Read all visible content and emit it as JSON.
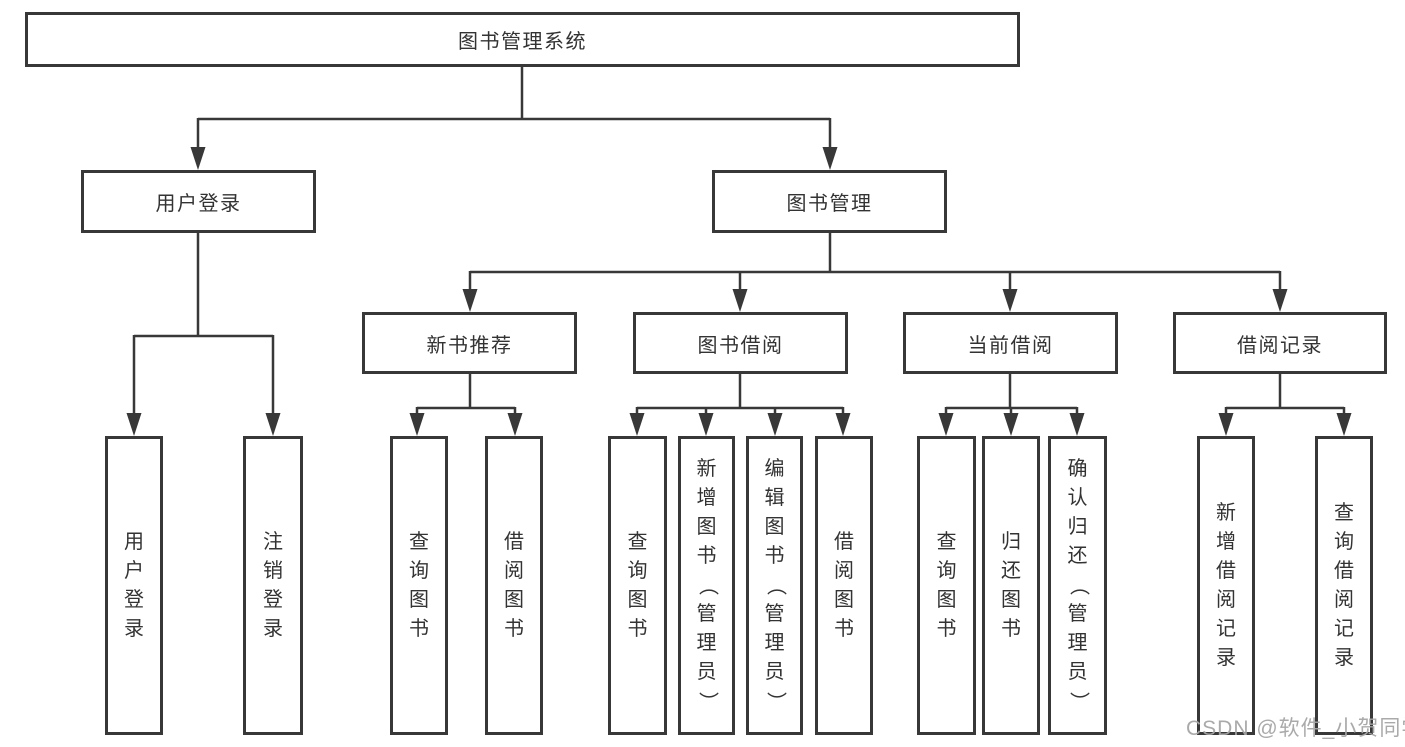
{
  "tree": {
    "label": "图书管理系统",
    "children": [
      {
        "label": "用户登录",
        "children": [
          {
            "label": "用户登录"
          },
          {
            "label": "注销登录"
          }
        ]
      },
      {
        "label": "图书管理",
        "children": [
          {
            "label": "新书推荐",
            "children": [
              {
                "label": "查询图书"
              },
              {
                "label": "借阅图书"
              }
            ]
          },
          {
            "label": "图书借阅",
            "children": [
              {
                "label": "查询图书"
              },
              {
                "label": "新增图书（管理员）"
              },
              {
                "label": "编辑图书（管理员）"
              },
              {
                "label": "借阅图书"
              }
            ]
          },
          {
            "label": "当前借阅",
            "children": [
              {
                "label": "查询图书"
              },
              {
                "label": "归还图书"
              },
              {
                "label": "确认归还（管理员）"
              }
            ]
          },
          {
            "label": "借阅记录",
            "children": [
              {
                "label": "新增借阅记录"
              },
              {
                "label": "查询借阅记录"
              }
            ]
          }
        ]
      }
    ]
  },
  "watermark": {
    "text": "CSDN @软件_小贺同学"
  },
  "colors": {
    "line": "#383838",
    "box_border": "#383838",
    "text": "#333333",
    "watermark": "#a5a5a5",
    "background": "#ffffff"
  }
}
